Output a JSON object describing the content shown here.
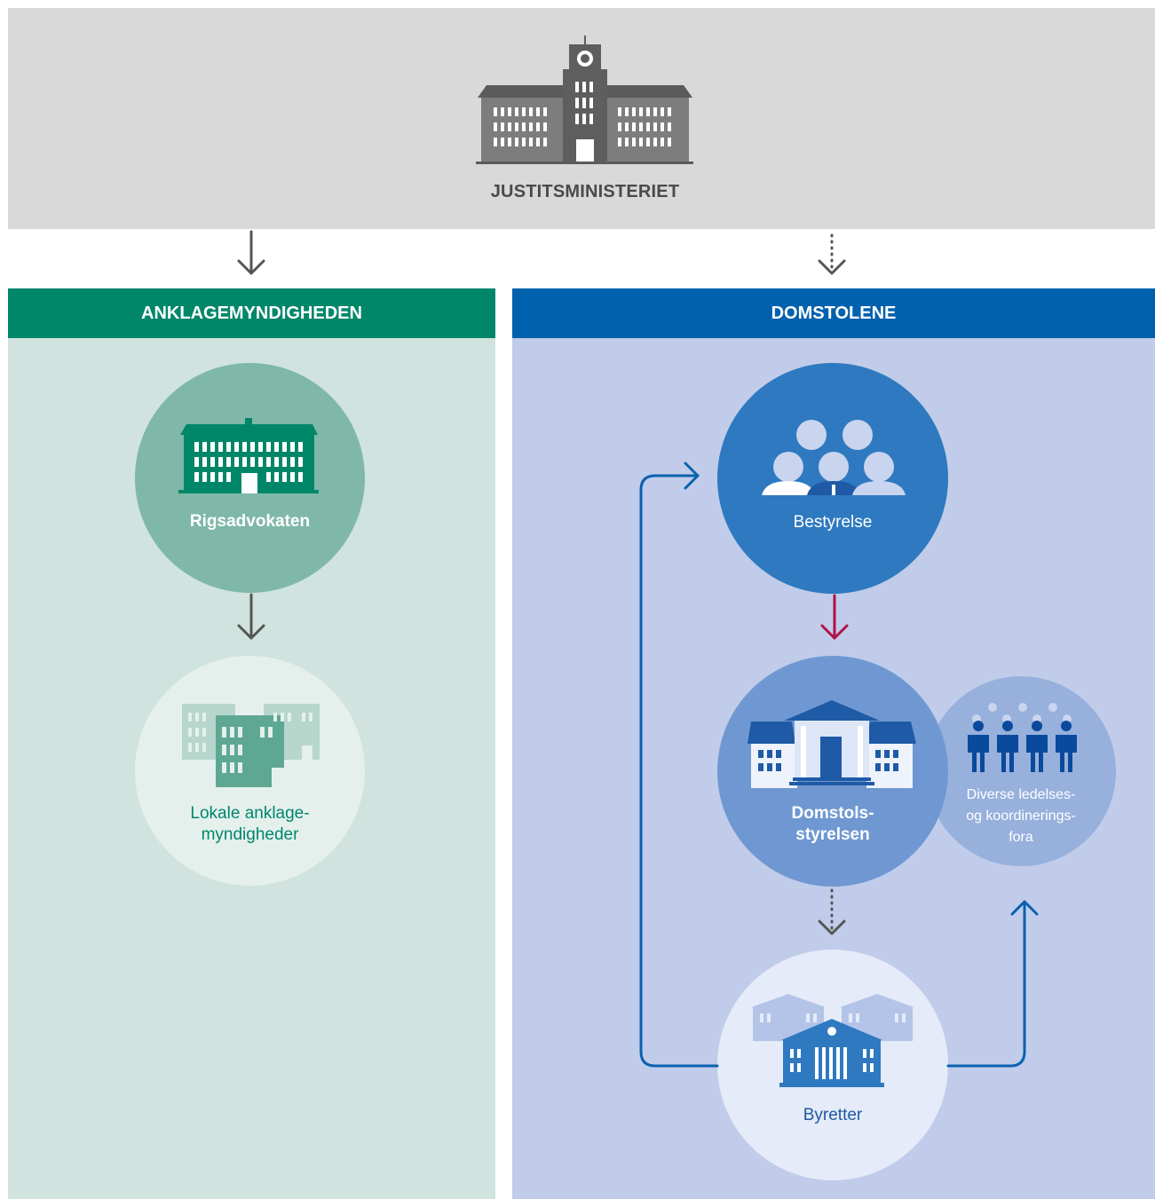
{
  "top": {
    "title": "JUSTITSMINISTERIET"
  },
  "left": {
    "header": "ANKLAGEMYNDIGHEDEN",
    "rigsadvokaten": "Rigsadvokaten",
    "lokale_line1": "Lokale anklage-",
    "lokale_line2": "myndigheder"
  },
  "right": {
    "header": "DOMSTOLENE",
    "bestyrelse": "Bestyrelse",
    "domstol_line1": "Domstols-",
    "domstol_line2": "styrelsen",
    "diverse_line1": "Diverse ledelses-",
    "diverse_line2": "og koordinerings-",
    "diverse_line3": "fora",
    "byretter": "Byretter"
  },
  "colors": {
    "green_header": "#00876a",
    "blue_header": "#0061ae",
    "crimson_arrow": "#b0124a"
  }
}
